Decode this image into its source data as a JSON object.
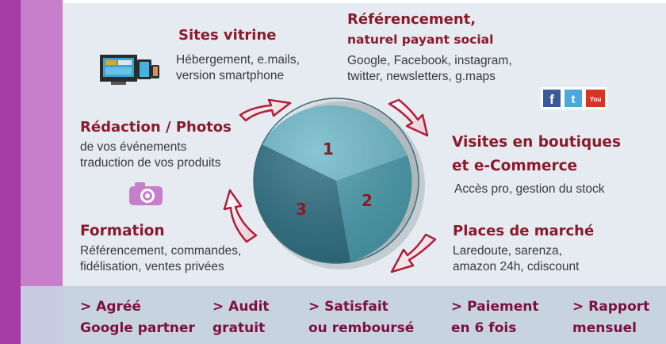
{
  "blocks": {
    "vitrine": {
      "title": "Sites vitrine",
      "lines": [
        "Hébergement, e.mails,",
        "version smartphone"
      ]
    },
    "referencement": {
      "title": "Référencement,",
      "subtitle": "naturel payant social",
      "lines": [
        "Google, Facebook, instagram,",
        "twitter, newsletters, g.maps"
      ]
    },
    "redaction": {
      "title": "Rédaction / Photos",
      "lines": [
        "de vos événements",
        "traduction de vos produits"
      ]
    },
    "visites": {
      "title_line1": "Visites en boutiques",
      "title_line2": "et e-Commerce",
      "lines": [
        "Accès pro, gestion du stock"
      ]
    },
    "formation": {
      "title": "Formation",
      "lines": [
        "Référencement, commandes,",
        "fidélisation, ventes privées"
      ]
    },
    "places": {
      "title": "Places de marché",
      "lines": [
        "Laredoute, sarenza,",
        "amazon 24h, cdiscount"
      ]
    }
  },
  "wheel": {
    "segments": [
      "1",
      "2",
      "3"
    ],
    "colors": [
      "#6fb9c9",
      "#4a9aab",
      "#2f6f82"
    ]
  },
  "social_icons": [
    {
      "name": "facebook-icon",
      "glyph": "f",
      "color": "#3b5998"
    },
    {
      "name": "twitter-icon",
      "glyph": "t",
      "color": "#4aa8df"
    },
    {
      "name": "youtube-icon",
      "glyph": "You",
      "color": "#d93326"
    }
  ],
  "footer": [
    {
      "line1": "> Agréé",
      "line2": "Google partner"
    },
    {
      "line1": "> Audit",
      "line2": "gratuit"
    },
    {
      "line1": "> Satisfait",
      "line2": "ou remboursé"
    },
    {
      "line1": "> Paiement",
      "line2": "en 6 fois"
    },
    {
      "line1": "> Rapport",
      "line2": "mensuel"
    }
  ]
}
